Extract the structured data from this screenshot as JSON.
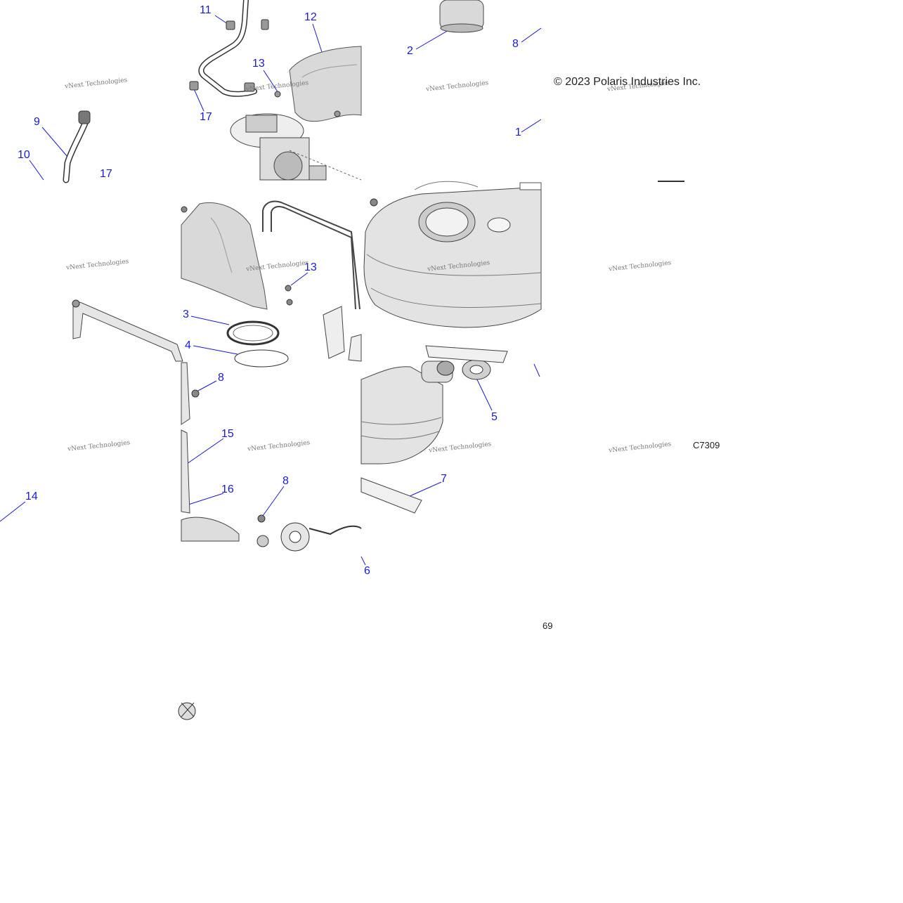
{
  "copyright": "© 2023 Polaris Industries Inc.",
  "figure_code": "C7309",
  "page_number": "69",
  "watermark_text": "vNext Technologies",
  "callouts": [
    "1",
    "2",
    "3",
    "4",
    "5",
    "6",
    "7",
    "8",
    "8",
    "8",
    "9",
    "10",
    "11",
    "12",
    "13",
    "13",
    "14",
    "15",
    "16",
    "17",
    "17"
  ],
  "colors": {
    "callout": "#1a1ad6",
    "line": "#333333",
    "part_fill": "#d9d9d9",
    "part_dark": "#a8a8a8"
  }
}
